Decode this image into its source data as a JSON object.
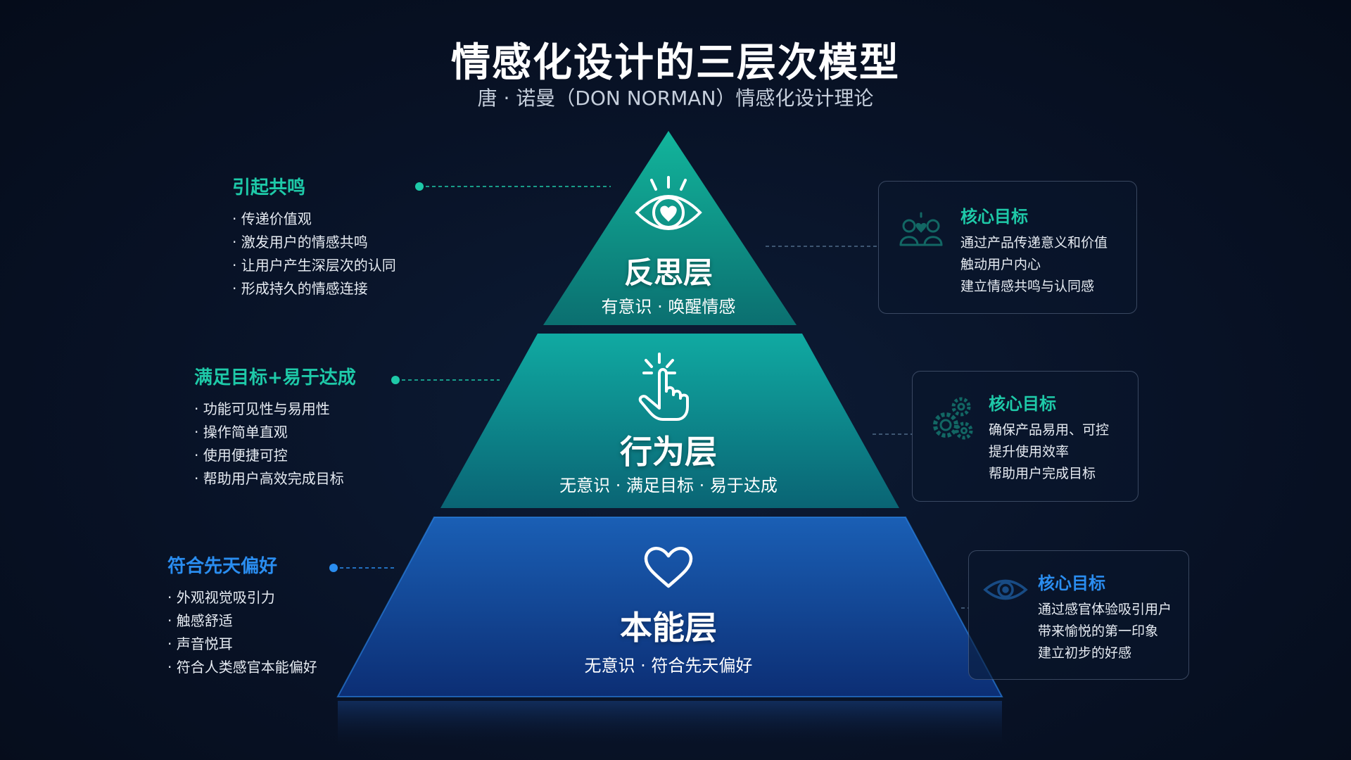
{
  "header": {
    "title": "情感化设计的三层次模型",
    "subtitle": "唐 · 诺曼（DON NORMAN）情感化设计理论"
  },
  "colors": {
    "teal_accent": "#1ec9a8",
    "blue_accent": "#2a8df0",
    "card_border": "#2c3d58"
  },
  "layers": [
    {
      "id": "reflective",
      "icon": "eye-heart-icon",
      "title": "反思层",
      "subtitle": "有意识 · 唤醒情感",
      "side_heading": "引起共鸣",
      "side_items": [
        "传递价值观",
        "激发用户的情感共鸣",
        "让用户产生深层次的认同",
        "形成持久的情感连接"
      ],
      "card_icon": "people-heart-icon",
      "card_heading": "核心目标",
      "card_lines": [
        "通过产品传递意义和价值",
        "触动用户内心",
        "建立情感共鸣与认同感"
      ]
    },
    {
      "id": "behavioral",
      "icon": "hand-pointer-icon",
      "title": "行为层",
      "subtitle": "无意识 · 满足目标 · 易于达成",
      "side_heading": "满足目标+易于达成",
      "side_items": [
        "功能可见性与易用性",
        "操作简单直观",
        "使用便捷可控",
        "帮助用户高效完成目标"
      ],
      "card_icon": "gears-icon",
      "card_heading": "核心目标",
      "card_lines": [
        "确保产品易用、可控",
        "提升使用效率",
        "帮助用户完成目标"
      ]
    },
    {
      "id": "visceral",
      "icon": "heart-icon",
      "title": "本能层",
      "subtitle": "无意识 · 符合先天偏好",
      "side_heading": "符合先天偏好",
      "side_items": [
        "外观视觉吸引力",
        "触感舒适",
        "声音悦耳",
        "符合人类感官本能偏好"
      ],
      "card_icon": "eye-icon",
      "card_heading": "核心目标",
      "card_lines": [
        "通过感官体验吸引用户",
        "带来愉悦的第一印象",
        "建立初步的好感"
      ]
    }
  ]
}
